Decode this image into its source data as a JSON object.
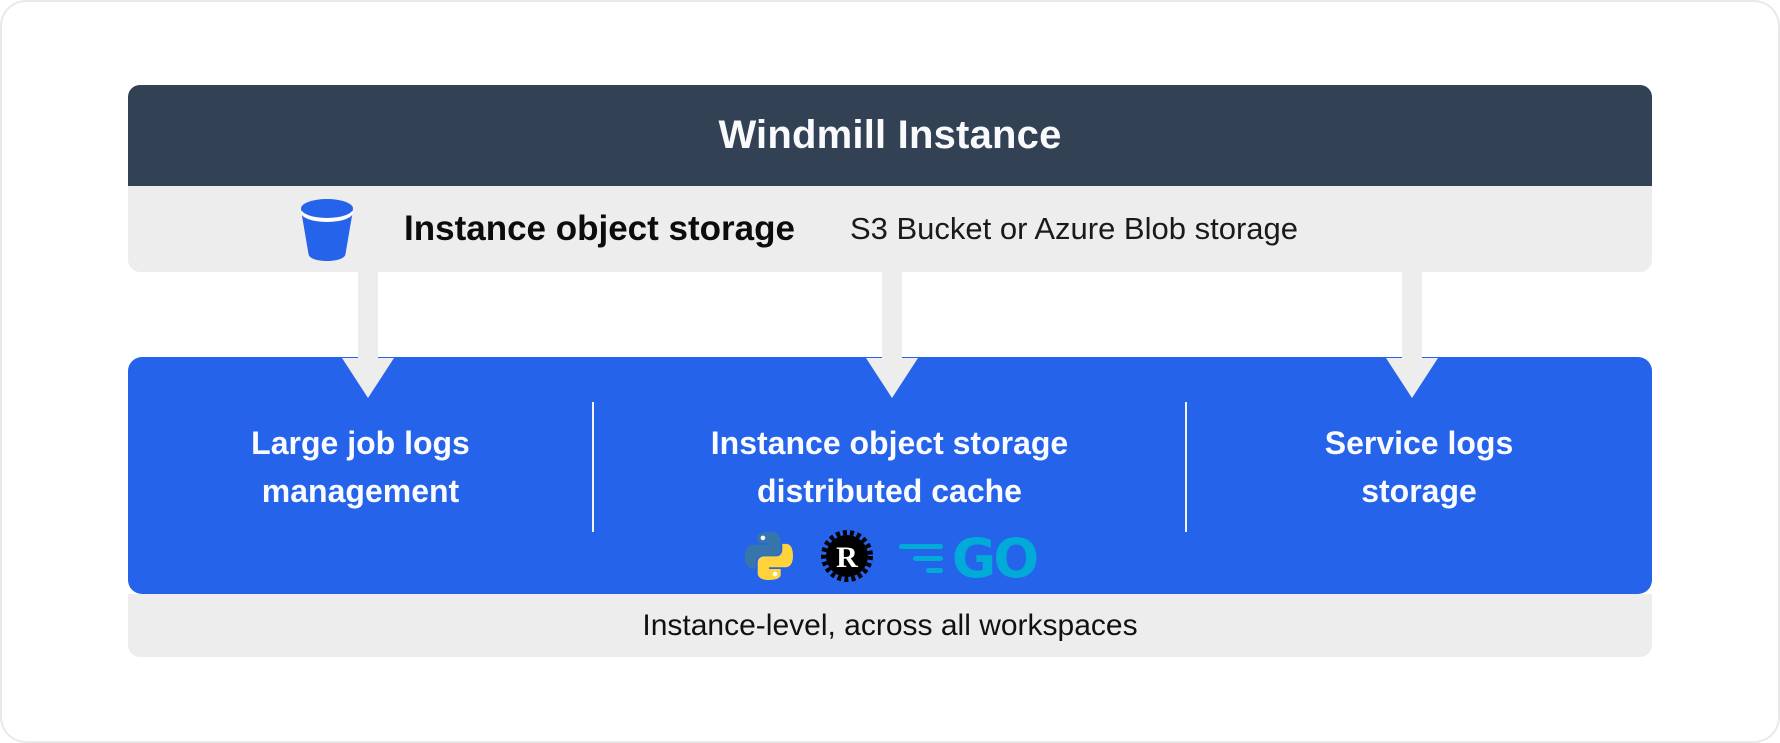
{
  "header": {
    "title": "Windmill Instance"
  },
  "storage_row": {
    "icon": "bucket",
    "label": "Instance object storage",
    "sublabel": "S3 Bucket or Azure Blob storage"
  },
  "features": [
    {
      "id": "large-job-logs",
      "title_lines": [
        "Large job logs",
        "management"
      ]
    },
    {
      "id": "distributed-cache",
      "title_lines": [
        "Instance object storage",
        "distributed cache"
      ],
      "languages": [
        "python",
        "rust",
        "go"
      ]
    },
    {
      "id": "service-logs",
      "title_lines": [
        "Service logs",
        "storage"
      ]
    }
  ],
  "logos": {
    "rust_letter": "R",
    "go_label": "GO"
  },
  "footer": {
    "label": "Instance-level, across all workspaces"
  },
  "colors": {
    "header_bg": "#334155",
    "panel_gray": "#ededed",
    "accent_blue": "#2563eb",
    "text_dark": "#111111",
    "heading_white": "#fafbff",
    "python_blue": "#3776ab",
    "python_yellow": "#ffd43b",
    "rust_black": "#000000",
    "go_teal": "#00acd7"
  }
}
